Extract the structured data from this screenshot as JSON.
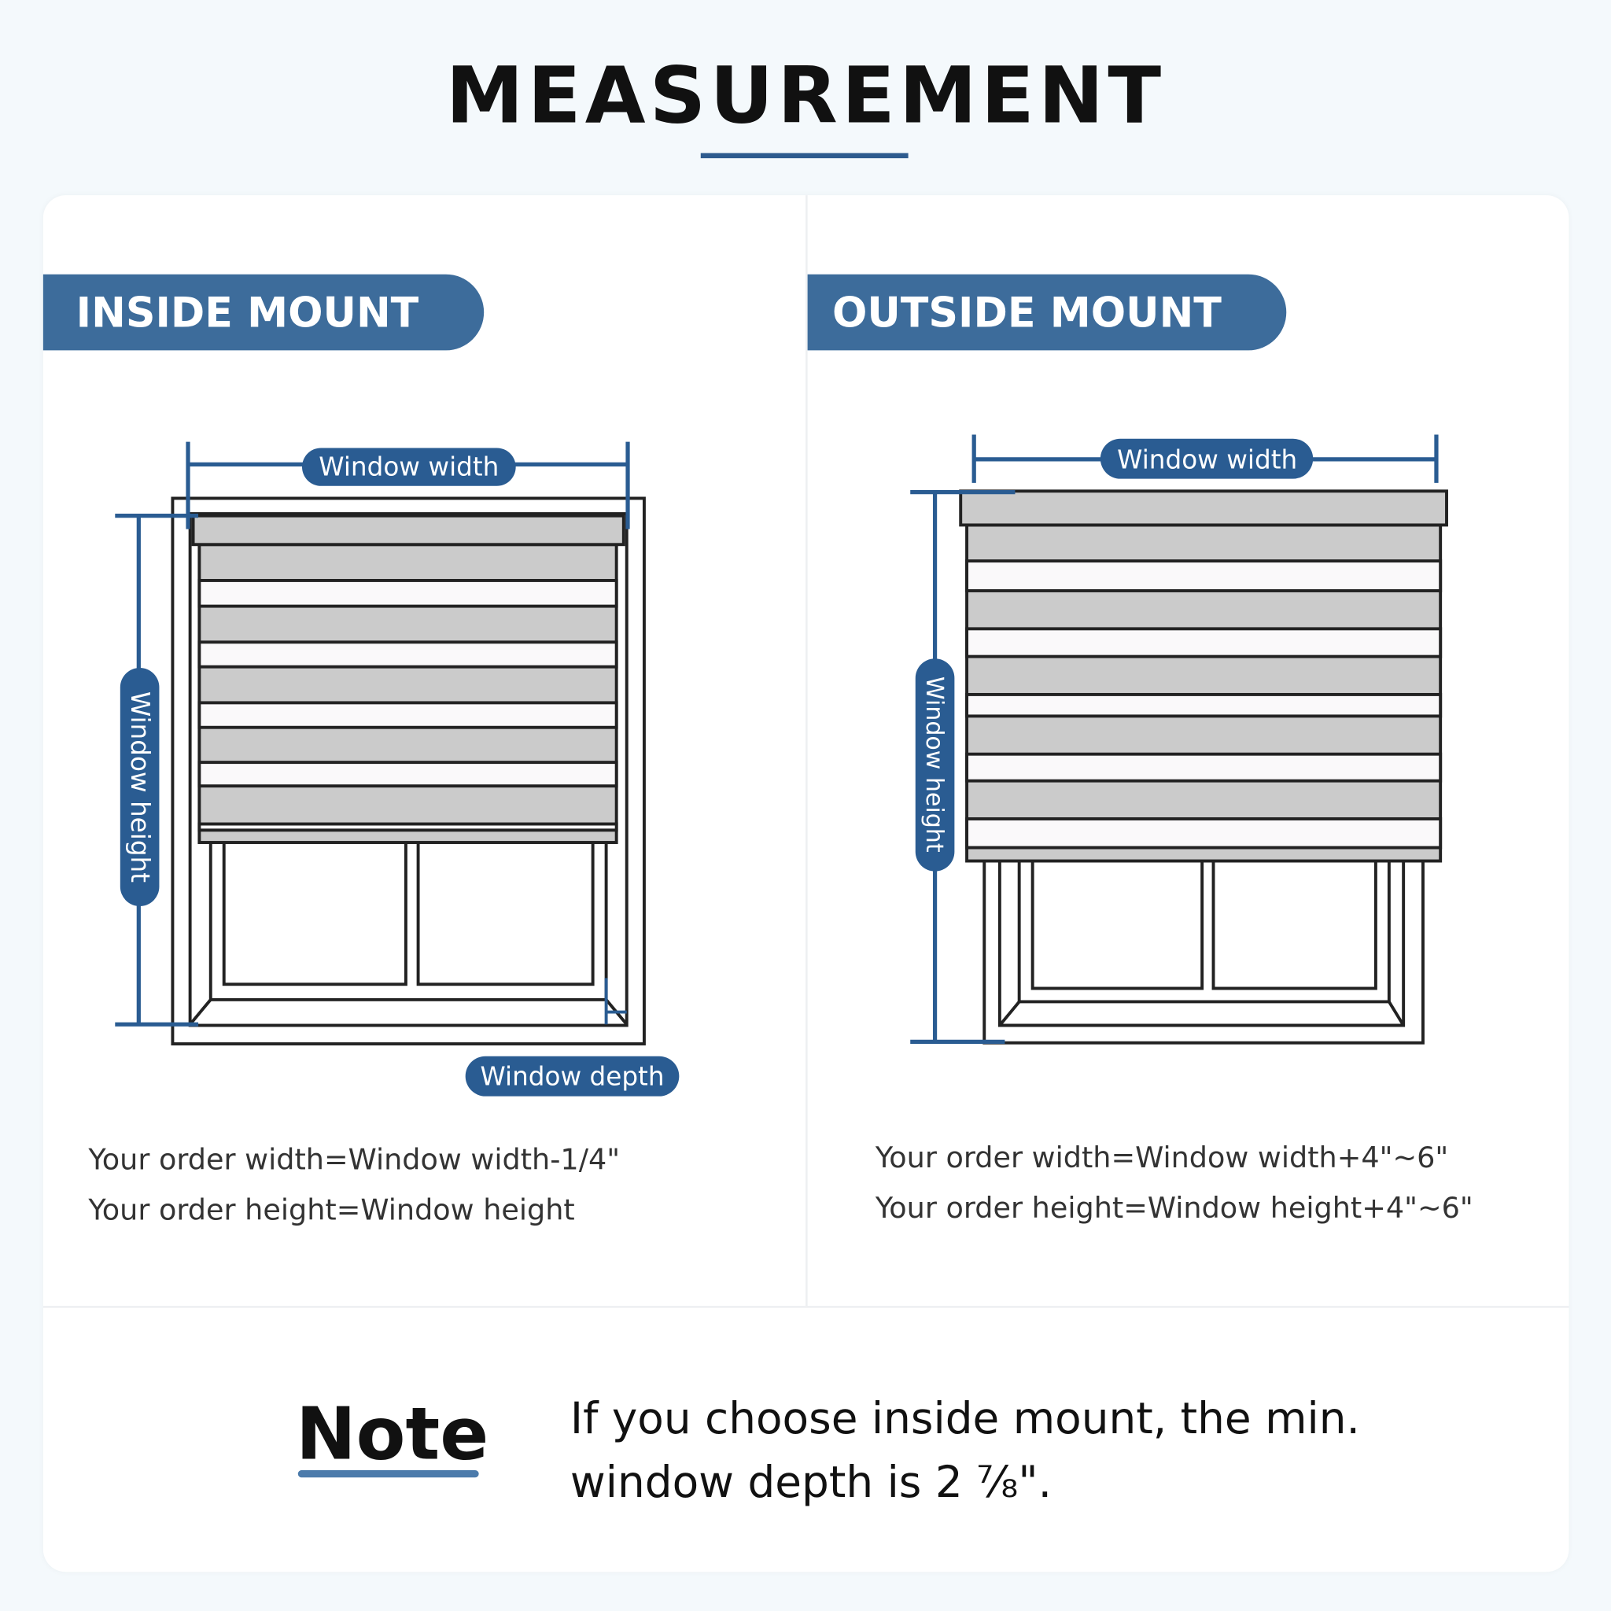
{
  "title": "MEASUREMENT",
  "colors": {
    "accent": "#2a5c92",
    "tag": "#3d6c9b",
    "shade_gray": "#cbcbcb",
    "shade_white": "#faf9fa"
  },
  "inside": {
    "label": "INSIDE MOUNT",
    "width_label": "Window width",
    "height_label": "Window height",
    "depth_label": "Window depth",
    "formula_width": "Your order width=Window width-1/4\"",
    "formula_height": "Your order height=Window height"
  },
  "outside": {
    "label": "OUTSIDE MOUNT",
    "width_label": "Window width",
    "height_label": "Window height",
    "formula_width": "Your order width=Window width+4\"~6\"",
    "formula_height": "Your order height=Window height+4\"~6\""
  },
  "note": {
    "heading": "Note",
    "line1": "If you choose inside mount, the min.",
    "line2": "window depth is 2 ⅞\"."
  }
}
